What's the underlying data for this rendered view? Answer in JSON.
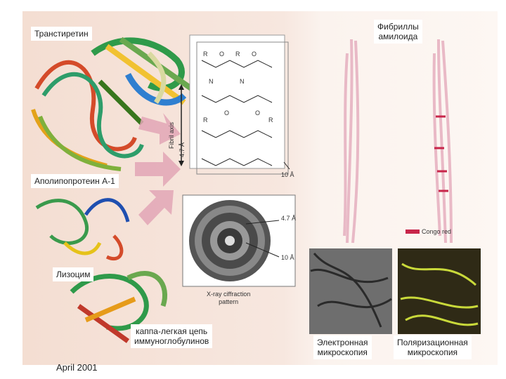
{
  "labels": {
    "transthyretin": "Транстиретин",
    "apolipoprotein": "Аполипопротеин А-1",
    "lysozyme": "Лизоцим",
    "kappa_line1": "каппа-легкая цепь",
    "kappa_line2": "иммуноглобулинов",
    "fibrils_line1": "Фибриллы",
    "fibrils_line2": "амилоида",
    "em_line1": "Электронная",
    "em_line2": "микроскопия",
    "pol_line1": "Поляризационная",
    "pol_line2": "микроскопия"
  },
  "figure_text": {
    "fibril_axis": "Fibril axis",
    "spacing_axis": "4.7 Å",
    "spacing_10": "10 Å",
    "xray_47": "4.7 Å",
    "xray_10": "10 Å",
    "xray_caption_line1": "X-ray ciffraction",
    "xray_caption_line2": "pattern",
    "congo_red": "Congo red"
  },
  "chem_atoms": [
    "R",
    "O",
    "R",
    "O",
    "N",
    "N",
    "O",
    "R",
    "O",
    "R"
  ],
  "footer": {
    "date": "April 2001"
  },
  "colors": {
    "background": "#f6e2d8",
    "arrow": "#e3a6b6",
    "congo_red": "#c8264a",
    "fibril": "#e7b3c2"
  }
}
